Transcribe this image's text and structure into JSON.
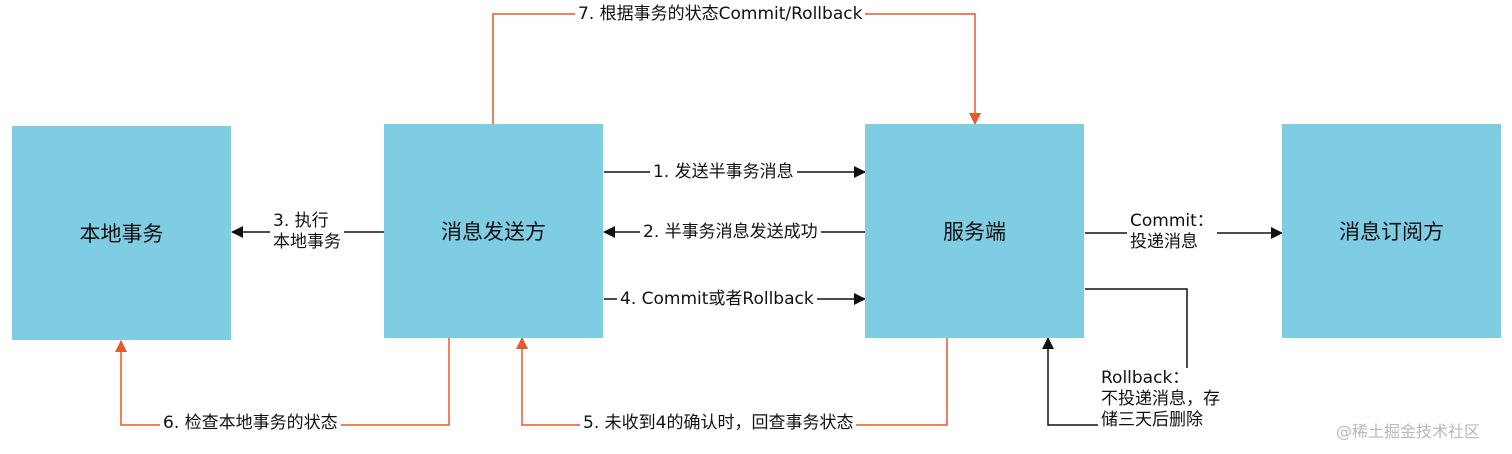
{
  "colors": {
    "box_fill": "#7ecde3",
    "black_arrow": "#111111",
    "orange_arrow": "#e8582a"
  },
  "nodes": {
    "local_tx": "本地事务",
    "sender": "消息发送方",
    "server": "服务端",
    "subscriber": "消息订阅方"
  },
  "edges": {
    "send_half": "1. 发送半事务消息",
    "half_ok": "2. 半事务消息发送成功",
    "exec_local": "3. 执行\n本地事务",
    "commit_or_rollback": "4. Commit或者Rollback",
    "recheck": "5. 未收到4的确认时，回查事务状态",
    "check_local": "6. 检查本地事务的状态",
    "by_state": "7. 根据事务的状态Commit/Rollback",
    "commit_deliver": "Commit：\n投递消息",
    "rollback_store": "Rollback：\n不投递消息，存\n储三天后删除"
  },
  "watermark": "@稀土掘金技术社区"
}
